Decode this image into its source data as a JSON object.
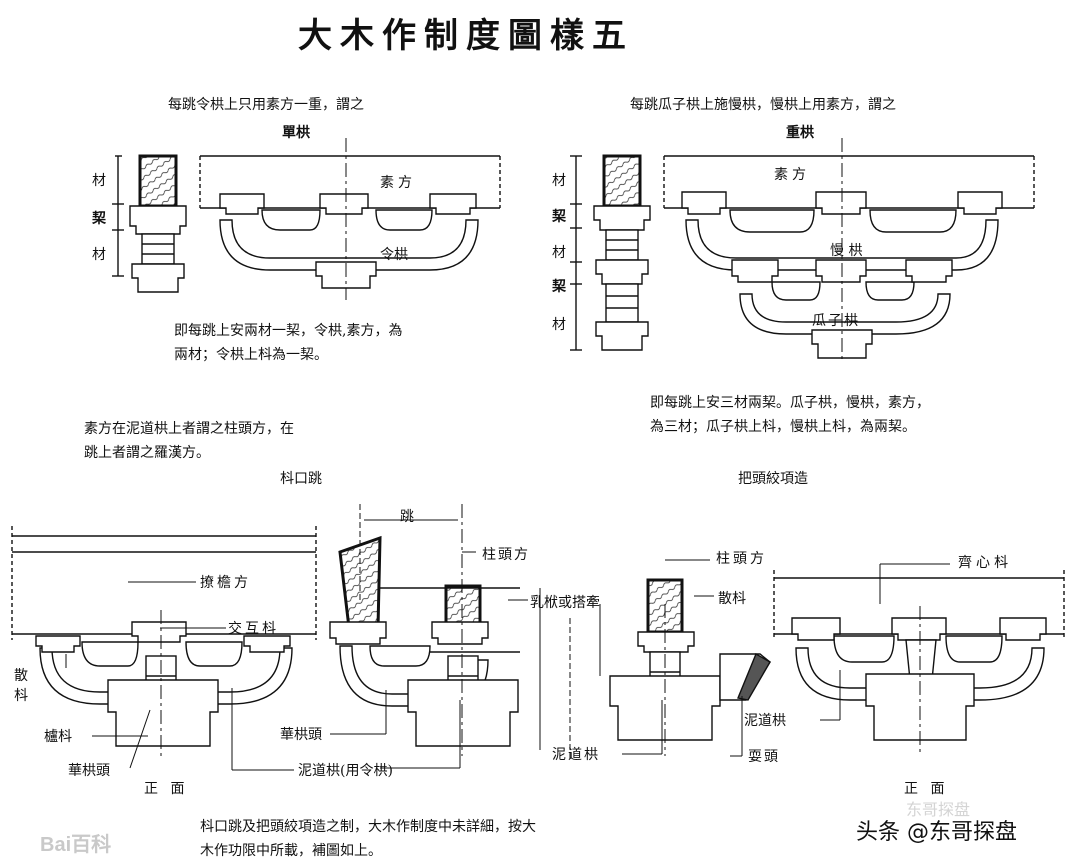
{
  "title": "大木作制度圖樣五",
  "sections": {
    "single_gong": {
      "note": "每跳令栱上只用素方一重，謂之",
      "name": "單栱",
      "labels": {
        "cai_top": "材",
        "qi": "栔",
        "cai_bottom": "材",
        "sufang": "素方",
        "linggong": "令栱"
      },
      "desc_line1": "即每跳上安兩材一栔，令栱,素方，為",
      "desc_line2": "兩材；令栱上枓為一栔。"
    },
    "double_gong": {
      "note": "每跳瓜子栱上施慢栱，慢栱上用素方，謂之",
      "name": "重栱",
      "labels": {
        "cai1": "材",
        "qi1": "栔",
        "cai2": "材",
        "qi2": "栔",
        "cai3": "材",
        "sufang": "素方",
        "mangong": "慢 栱",
        "guazigong": "瓜子栱"
      },
      "desc_line1": "即每跳上安三材兩栔。瓜子栱，慢栱，素方，",
      "desc_line2": "為三材；瓜子栱上枓，慢栱上枓，為兩栔。"
    },
    "doukou": {
      "note_line1": "素方在泥道栱上者謂之柱頭方，在",
      "note_line2": "跳上者謂之羅漢方。",
      "name": "枓口跳",
      "labels": {
        "liaoyanfang": "撩檐方",
        "jiaohudou": "交互枓",
        "sandou": "散枓",
        "ludou": "櫨枓",
        "huagongtou": "華栱頭",
        "front": "正 面",
        "tiao": "跳",
        "zhutoufang": "柱頭方",
        "rufu": "乳栿或搭牽",
        "huagongtou2": "華栱頭",
        "nidaogong": "泥道栱(用令栱)"
      }
    },
    "batou": {
      "name": "把頭絞項造",
      "labels": {
        "zhutoufang": "柱頭方",
        "sandou": "散枓",
        "qixindou": "齊心枓",
        "nidaogong_r": "泥道栱",
        "nidaogong_l": "泥道栱",
        "shuatou": "耍頭",
        "front": "正 面"
      }
    },
    "footer_line1": "枓口跳及把頭絞項造之制，大木作制度中未詳細，按大",
    "footer_line2": "木作功限中所載，補圖如上。"
  },
  "watermarks": {
    "left": "Bai百科",
    "right": "头条 @东哥探盘",
    "right_faint": "东哥探盘"
  }
}
